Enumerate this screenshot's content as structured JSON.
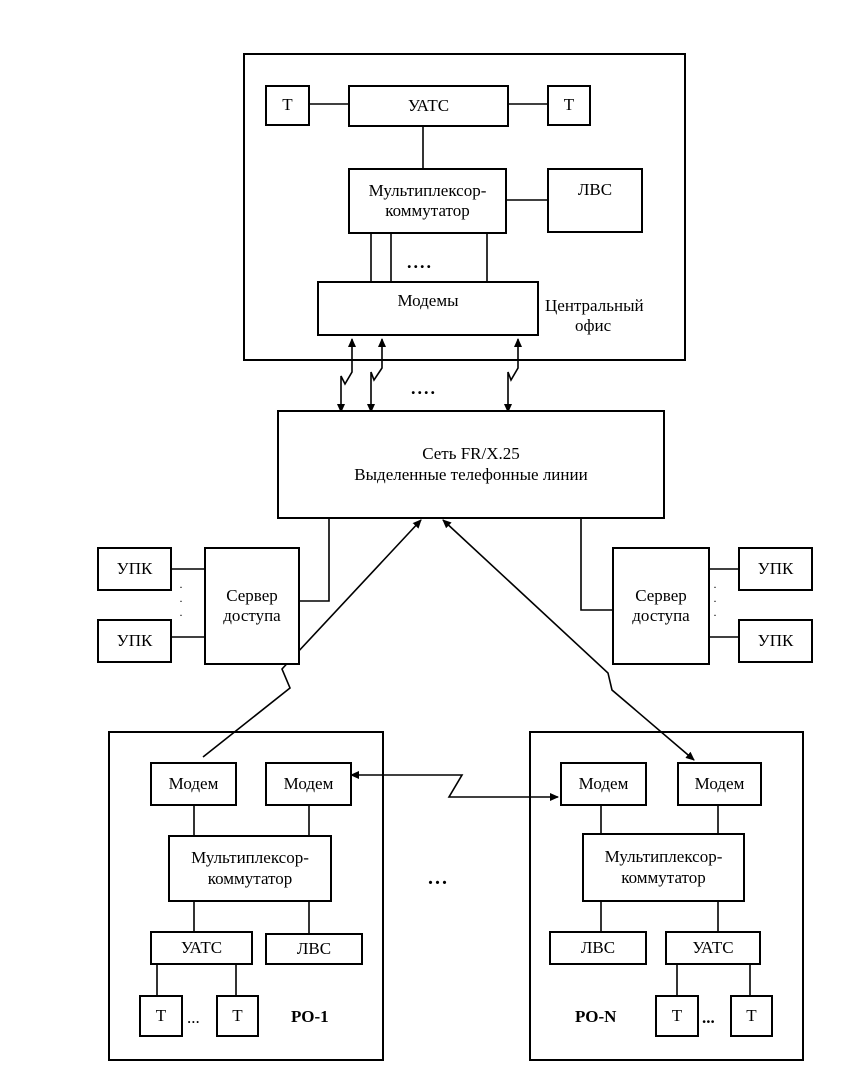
{
  "central": {
    "t_left": "Т",
    "uats": "УАТС",
    "t_right": "Т",
    "mux_line1": "Мультиплексор-",
    "mux_line2": "коммутатор",
    "lan": "ЛВС",
    "dots": "....",
    "modems": "Модемы",
    "caption_line1": "Центральный",
    "caption_line2": "офис"
  },
  "link_dots": "....",
  "network": {
    "line1": "Сеть FR/X.25",
    "line2": "Выделенные телефонные линии"
  },
  "left_access": {
    "upk_top": "УПК",
    "upk_bottom": "УПК",
    "server_line1": "Сервер",
    "server_line2": "доступа"
  },
  "right_access": {
    "upk_top": "УПК",
    "upk_bottom": "УПК",
    "server_line1": "Сервер",
    "server_line2": "доступа"
  },
  "branch_1": {
    "modem_left": "Модем",
    "modem_right": "Модем",
    "mux_line1": "Мультиплексор-",
    "mux_line2": "коммутатор",
    "uats": "УАТС",
    "lan": "ЛВС",
    "t_left": "Т",
    "t_dots": "...",
    "t_right": "Т",
    "caption": "РО-1"
  },
  "between_branches": "...",
  "branch_n": {
    "modem_left": "Модем",
    "modem_right": "Модем",
    "mux_line1": "Мультиплексор-",
    "mux_line2": "коммутатор",
    "lan": "ЛВС",
    "uats": "УАТС",
    "t_left": "Т",
    "t_dots": "...",
    "t_right": "Т",
    "caption": "РО-N"
  }
}
